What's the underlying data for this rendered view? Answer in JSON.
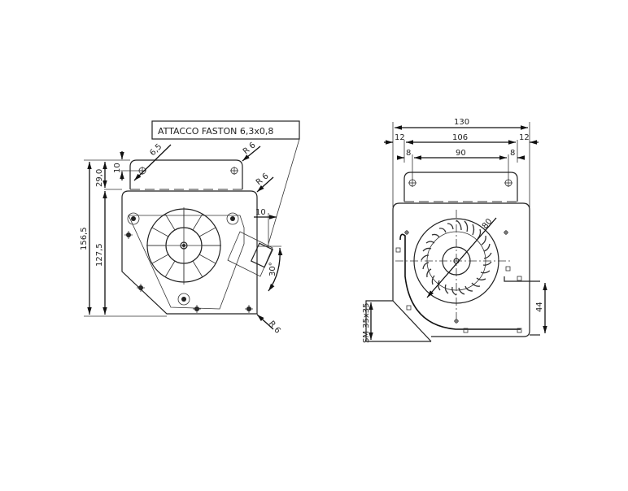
{
  "left_view": {
    "callout": "ATTACCO FASTON 6,3x0,8",
    "dims": {
      "hole": "6,5",
      "offset_10": "10",
      "height_29": "29,0",
      "height_156": "156,5",
      "height_127": "127,5",
      "radius_top": "R 6",
      "radius_mid": "R 6",
      "radius_bottom": "R 6",
      "connector_10": "10",
      "angle": "30°"
    }
  },
  "right_view": {
    "dims": {
      "overall_width": "130",
      "left_margin": "12",
      "flange_width": "106",
      "right_margin": "12",
      "hole_left": "8",
      "hole_spacing": "90",
      "hole_right": "8",
      "wheel_diameter": "80",
      "outlet_height": "44",
      "outlet_size": "SM 35x35"
    }
  }
}
